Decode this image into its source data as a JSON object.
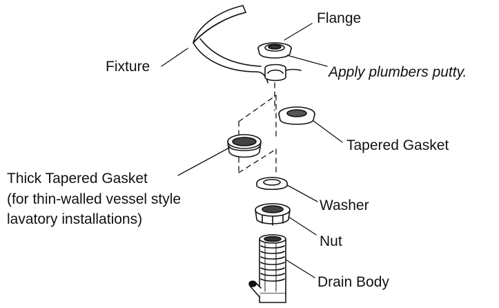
{
  "labels": {
    "flange": "Flange",
    "fixture": "Fixture",
    "putty_note": "Apply plumbers putty.",
    "tapered_gasket": "Tapered Gasket",
    "thick_gasket_line1": "Thick Tapered Gasket",
    "thick_gasket_line2": "(for thin-walled vessel style",
    "thick_gasket_line3": "lavatory installations)",
    "washer": "Washer",
    "nut": "Nut",
    "drain_body": "Drain Body"
  }
}
